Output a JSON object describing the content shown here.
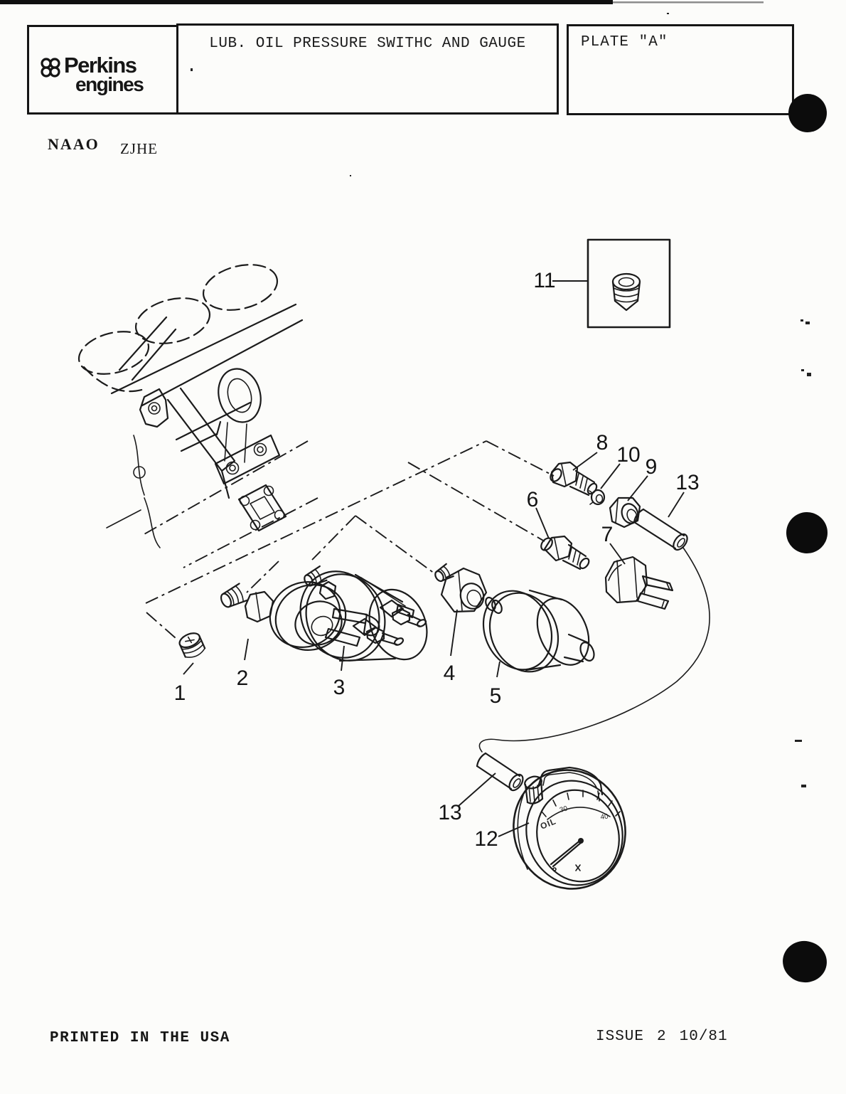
{
  "header": {
    "brand_line1": "Perkins",
    "brand_line2": "engines",
    "title": "LUB. OIL PRESSURE SWITHC AND GAUGE",
    "plate_label": "PLATE \"A\""
  },
  "codes": {
    "left": "NAAO",
    "right": "ZJHE"
  },
  "diagram": {
    "callouts": [
      {
        "text": "1"
      },
      {
        "text": "2"
      },
      {
        "text": "3"
      },
      {
        "text": "4"
      },
      {
        "text": "5"
      },
      {
        "text": "6"
      },
      {
        "text": "7"
      },
      {
        "text": "8"
      },
      {
        "text": "9"
      },
      {
        "text": "10"
      },
      {
        "text": "11"
      },
      {
        "text": "12"
      },
      {
        "text": "13"
      },
      {
        "text": "13"
      }
    ],
    "gauge": {
      "face_label": "OIL",
      "scale": [
        "30",
        "40"
      ]
    }
  },
  "footer": {
    "printed_note": "PRINTED IN THE USA",
    "issue_label": "ISSUE",
    "issue_number": "2",
    "issue_date": "10/81"
  }
}
